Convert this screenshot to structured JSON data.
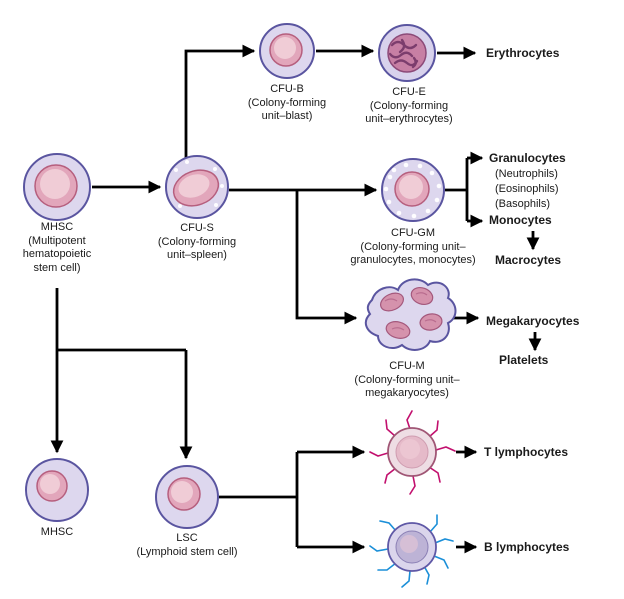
{
  "labels": {
    "mhsc_top": "MHSC\n(Multipotent\nhematopoietic\nstem cell)",
    "cfu_s": "CFU-S\n(Colony-forming\nunit–spleen)",
    "cfu_b": "CFU-B\n(Colony-forming\nunit–blast)",
    "cfu_e": "CFU-E\n(Colony-forming\nunit–erythrocytes)",
    "cfu_gm": "CFU-GM\n(Colony-forming unit–\ngranulocytes, monocytes)",
    "cfu_m": "CFU-M\n(Colony-forming unit–\nmegakaryocytes)",
    "mhsc_bottom": "MHSC",
    "lsc": "LSC\n(Lymphoid stem cell)",
    "erythrocytes": "Erythrocytes",
    "granulocytes": "Granulocytes",
    "granulocyte_types": "(Neutrophils)\n(Eosinophils)\n(Basophils)",
    "monocytes": "Monocytes",
    "macrocytes": "Macrocytes",
    "megakaryocytes": "Megakaryocytes",
    "platelets": "Platelets",
    "t_lymphocytes": "T lymphocytes",
    "b_lymphocytes": "B lymphocytes"
  },
  "edges": [
    [
      "MHSC",
      "CFU-S"
    ],
    [
      "CFU-S",
      "CFU-B"
    ],
    [
      "CFU-B",
      "CFU-E"
    ],
    [
      "CFU-E",
      "Erythrocytes"
    ],
    [
      "CFU-S",
      "CFU-GM"
    ],
    [
      "CFU-S",
      "CFU-M"
    ],
    [
      "CFU-GM",
      "Granulocytes"
    ],
    [
      "CFU-GM",
      "Monocytes"
    ],
    [
      "Monocytes",
      "Macrocytes"
    ],
    [
      "CFU-M",
      "Megakaryocytes"
    ],
    [
      "Megakaryocytes",
      "Platelets"
    ],
    [
      "MHSC",
      "MHSC"
    ],
    [
      "MHSC",
      "LSC"
    ],
    [
      "LSC",
      "T lymphocytes"
    ],
    [
      "LSC",
      "B lymphocytes"
    ]
  ],
  "colors": {
    "arrow": "#000000",
    "cell_outline": "#5a55a0",
    "cytoplasm": "#ddd7ee",
    "nucleus": "#e2a6bb",
    "nucleus_outline": "#b65f7e",
    "t_spikes": "#c2106e",
    "b_spikes": "#1b8fd8"
  }
}
